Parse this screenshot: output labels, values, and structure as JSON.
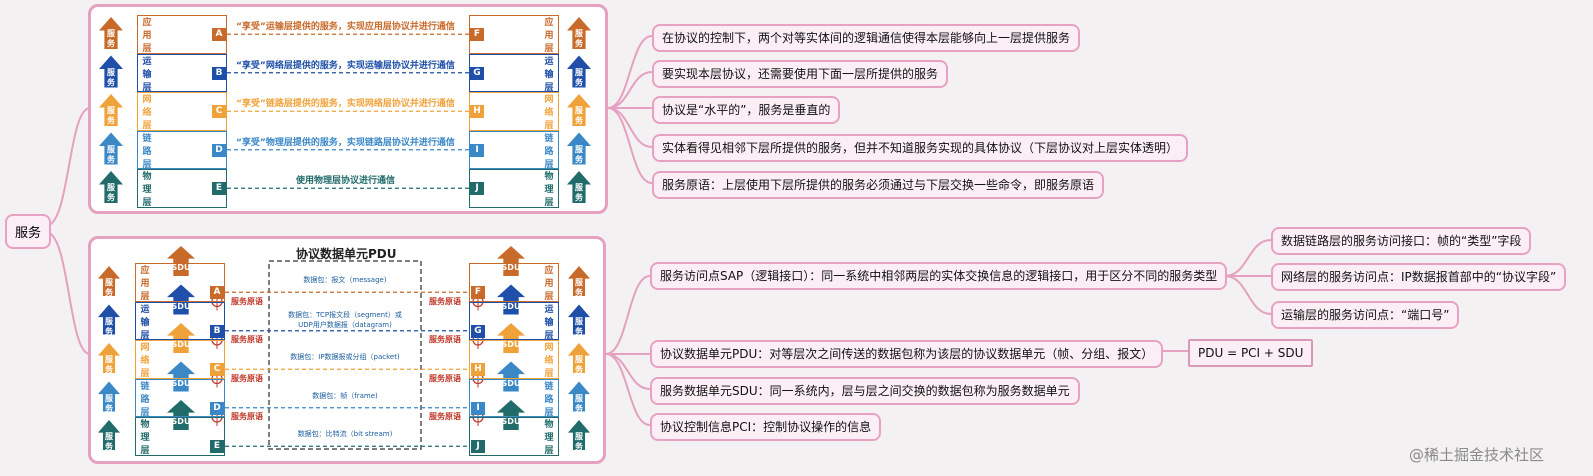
{
  "root": "服务",
  "colors": {
    "orange": "#c86a2a",
    "blue": "#1f4fa8",
    "yellow": "#f0a23a",
    "lightblue": "#3b88c7",
    "teal": "#226b6b"
  },
  "top": {
    "layers": [
      {
        "name": "应用层",
        "color": "#c86a2a",
        "left": "A",
        "right": "F",
        "desc": "“享受”运输层提供的服务，实现应用层协议并进行通信"
      },
      {
        "name": "运输层",
        "color": "#1f4fa8",
        "left": "B",
        "right": "G",
        "desc": "“享受”网络层提供的服务，实现运输层协议并进行通信"
      },
      {
        "name": "网络层",
        "color": "#f0a23a",
        "left": "C",
        "right": "H",
        "desc": "“享受”链路层提供的服务，实现网络层协议并进行通信"
      },
      {
        "name": "链路层",
        "color": "#3b88c7",
        "left": "D",
        "right": "I",
        "desc": "“享受”物理层提供的服务，实现链路层协议并进行通信"
      },
      {
        "name": "物理层",
        "color": "#226b6b",
        "left": "E",
        "right": "J",
        "desc": "使用物理层协议进行通信"
      }
    ],
    "service_label": "服务",
    "notes": [
      "在协议的控制下，两个对等实体间的逻辑通信使得本层能够向上一层提供服务",
      "要实现本层协议，还需要使用下面一层所提供的服务",
      "协议是“水平的”，服务是垂直的",
      "实体看得见相邻下层所提供的服务，但并不知道服务实现的具体协议（下层协议对上层实体透明）",
      "服务原语：上层使用下层所提供的服务必须通过与下层交换一些命令，即服务原语"
    ]
  },
  "bottom": {
    "title": "协议数据单元PDU",
    "sdu": "SDU",
    "primitive": "服务原语",
    "packets": [
      "数据包：报文（message)",
      "数据包：TCP报文段（segment）或\nUDP用户数据报（datagram)",
      "数据包：IP数据报或分组（packet)",
      "数据包：帧（frame)",
      "数据包：比特流（bit stream)"
    ],
    "notes": {
      "sap": "服务访问点SAP（逻辑接口）：同一系统中相邻两层的实体交换信息的逻辑接口，用于区分不同的服务类型",
      "sap_children": [
        "数据链路层的服务访问接口：帧的“类型”字段",
        "网络层的服务访问点：IP数据报首部中的“协议字段”",
        "运输层的服务访问点：“端口号”"
      ],
      "pdu": "协议数据单元PDU：对等层次之间传送的数据包称为该层的协议数据单元（帧、分组、报文）",
      "pdu_formula": "PDU = PCI + SDU",
      "sdu": "服务数据单元SDU：同一系统内，层与层之间交换的数据包称为服务数据单元",
      "pci": "协议控制信息PCI：控制协议操作的信息"
    }
  },
  "watermark": "@稀土掘金技术社区"
}
